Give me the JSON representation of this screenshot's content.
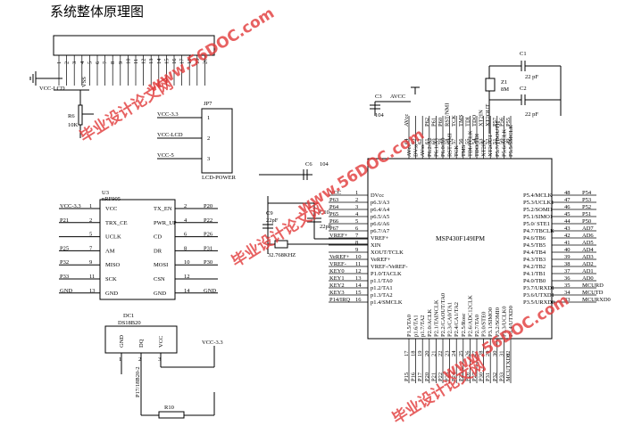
{
  "title": "系统整体原理图",
  "watermark": {
    "cn": "毕业设计论文网",
    "url": "www.56DOC.com"
  },
  "lcd_power": {
    "ref": "JP7",
    "name": "LCD-POWER",
    "pins": [
      "1",
      "2",
      "3"
    ],
    "nets": [
      "VCC-3.3",
      "VCC-LCD",
      "VCC-5"
    ]
  },
  "misc": {
    "vcc_lcd": "VCC-LCD",
    "r6": "R6",
    "r6_val": "10K",
    "vss_label": "VSS"
  },
  "u3": {
    "ref": "U3",
    "part": "nRF905",
    "left_nets": [
      "VCC-3.3",
      "P21",
      "",
      "P25",
      "P32",
      "P33",
      "GND"
    ],
    "left_nums": [
      "1",
      "2",
      "5",
      "7",
      "9",
      "11",
      "13"
    ],
    "left_pins": [
      "VCC",
      "TRX_CE",
      "UCLK",
      "AM",
      "MISO",
      "SCK",
      "GND"
    ],
    "right_pins": [
      "TX_EN",
      "PWR_UP",
      "CD",
      "DR",
      "MOSI",
      "CSN",
      "GND"
    ],
    "right_nums": [
      "2",
      "4",
      "6",
      "8",
      "10",
      "12",
      "14"
    ],
    "right_nets": [
      "P20",
      "P22",
      "P26",
      "P31",
      "P30",
      "",
      "GND"
    ]
  },
  "dc1": {
    "ref": "DC1",
    "part": "DS18B20",
    "pins": [
      "GND",
      "DQ",
      "VCC"
    ],
    "nums": [
      "1",
      "2",
      "3"
    ],
    "vcc": "VCC-3.3",
    "net": "P17/18B20-2",
    "r": "R10"
  },
  "xtal": {
    "c6": "C6",
    "c6v": "104",
    "c9": "C9",
    "c9v": "22pF",
    "c10": "C10",
    "c10v": "22pF",
    "y": "32.768KHZ",
    "y1": "8M",
    "y1ref": "Z1",
    "c1": "C1",
    "c2": "C2",
    "c1v": "22 pF",
    "c2v": "22 pF",
    "c3": "C3",
    "c3v": "104",
    "avcc": "AVCC"
  },
  "mcu": {
    "part": "MSP430F149IPM",
    "left_pins": [
      "DVcc",
      "p6.3/A3",
      "p6.4/A4",
      "p6.5/A5",
      "p6.6/A6",
      "p6.7/A7",
      "VREF+",
      "XIN",
      "XOUT/TCLK",
      "VeREF+",
      "VREF-/VeREF-",
      "P1.0/TACLK",
      "p1.1/TA0",
      "p1.2/TA1",
      "p1.3/TA2",
      "p1.4/SMCLK"
    ],
    "left_nums": [
      "1",
      "2",
      "3",
      "4",
      "5",
      "6",
      "7",
      "8",
      "9",
      "10",
      "11",
      "12",
      "13",
      "14",
      "15",
      "16"
    ],
    "left_nets": [
      "VCC",
      "P63",
      "P64",
      "P65",
      "P66",
      "P67",
      "VREF+",
      "",
      "",
      "VeREF+",
      "VREF-",
      "KEY0",
      "KEY1",
      "KEY2",
      "KEY3",
      "P14/IRQ"
    ],
    "right_pins": [
      "P5.4/MCLK",
      "P5.3/UCLK1",
      "P5.2/SOMI1",
      "P5.1/SIMO1",
      "P5.0/ STE1",
      "P4.7/TBCLK",
      "P4.6/TB6",
      "P4.5/TB5",
      "P4.4/TB4",
      "P4.3/TB3",
      "P4.2/TB2",
      "P4.1/TB1",
      "P4.0/TB0",
      "P3.7/URXD1",
      "P3.6/UTXD1",
      "P3.5/URXD0"
    ],
    "right_nums": [
      "48",
      "47",
      "46",
      "45",
      "44",
      "43",
      "42",
      "41",
      "40",
      "39",
      "38",
      "37",
      "36",
      "35",
      "34",
      "33"
    ],
    "right_nets": [
      "P54",
      "P53",
      "P52",
      "P51",
      "P50",
      "AD7",
      "AD6",
      "AD5",
      "AD4",
      "AD3",
      "AD2",
      "AD1",
      "AD0",
      "MCURD",
      "MCUTD",
      "MCURXD0"
    ],
    "top_pins": [
      "AVcc",
      "DVss",
      "AVss",
      "P6.2/A2",
      "P6.1/A1",
      "P6.0/A0",
      "RST/NMI",
      "TCK",
      "TMS",
      "TDI/TCLK",
      "TDO/TDI",
      "XT2IN",
      "XT2OUT",
      "P5.7/TBOUTH",
      "P5.6/ACLK",
      "P5.5/SMCLK"
    ],
    "top_nums": [
      "64",
      "63",
      "62",
      "61",
      "60",
      "59",
      "58",
      "57",
      "56",
      "55",
      "54",
      "53",
      "52",
      "51",
      "50",
      "49"
    ],
    "top_nets": [
      "AVcc",
      "",
      "",
      "P62",
      "P61",
      "P60",
      "RST/NMI",
      "TCK",
      "TMS",
      "TDI",
      "TDO",
      "XT2IN",
      "XT2OUT",
      "P57",
      "P56",
      "P55"
    ],
    "bottom_pins": [
      "P1.5/TA0",
      "p1.6/TA1",
      "p1.7/TA2",
      "P2.0/ACLK",
      "P2.1/TAINCLK",
      "P2.2/CAOUT/TA0",
      "P2.3/CA0/TA1",
      "P2.4/CA1/TA2",
      "P2.5/Rosc",
      "P2.6/ADC12CLK",
      "P2.7/TA0",
      "P3.0/STE0",
      "P3.1/SIMO0",
      "P3.2/SOMI0",
      "P3.3/UCLK0",
      "P3.4/UTXD0"
    ],
    "bottom_nums": [
      "17",
      "18",
      "19",
      "20",
      "21",
      "22",
      "23",
      "24",
      "25",
      "26",
      "27",
      "28",
      "29",
      "30",
      "31",
      "32"
    ],
    "bottom_nets": [
      "P15",
      "P16",
      "P17",
      "P20",
      "P21",
      "P22",
      "P23",
      "P24",
      "P25",
      "P26",
      "P27",
      "P30",
      "P31",
      "P32",
      "P33",
      "MCUTXD0"
    ]
  },
  "lcd_header_pins": [
    "1",
    "2",
    "3",
    "4",
    "5",
    "6",
    "7",
    "8",
    "9",
    "10",
    "11",
    "12",
    "13",
    "14",
    "15",
    "16",
    "17",
    "18",
    "19",
    "20"
  ]
}
